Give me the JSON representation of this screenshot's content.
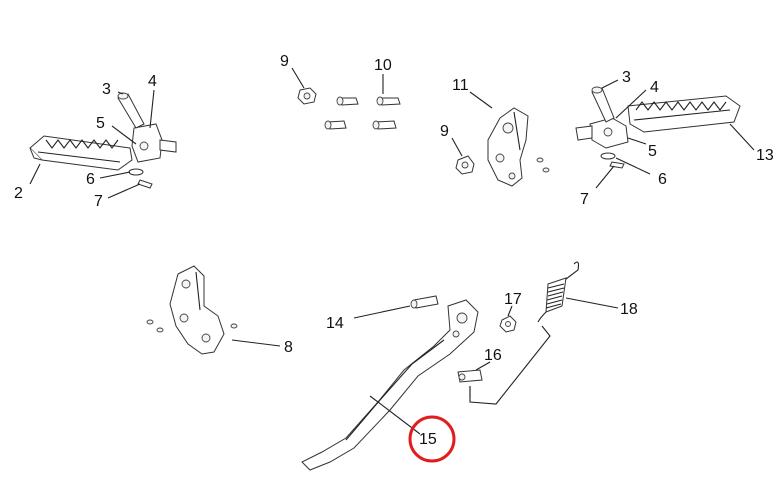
{
  "callouts": {
    "c2": "2",
    "c3a": "3",
    "c4a": "4",
    "c5a": "5",
    "c6a": "6",
    "c7a": "7",
    "c8": "8",
    "c9a": "9",
    "c9b": "9",
    "c10": "10",
    "c11": "11",
    "c3b": "3",
    "c4b": "4",
    "c5b": "5",
    "c6b": "6",
    "c7b": "7",
    "c13": "13",
    "c14": "14",
    "c15": "15",
    "c16": "16",
    "c17": "17",
    "c18": "18"
  },
  "colors": {
    "highlight": "#e31b1b",
    "line": "#222222"
  },
  "highlighted_callout": "15"
}
